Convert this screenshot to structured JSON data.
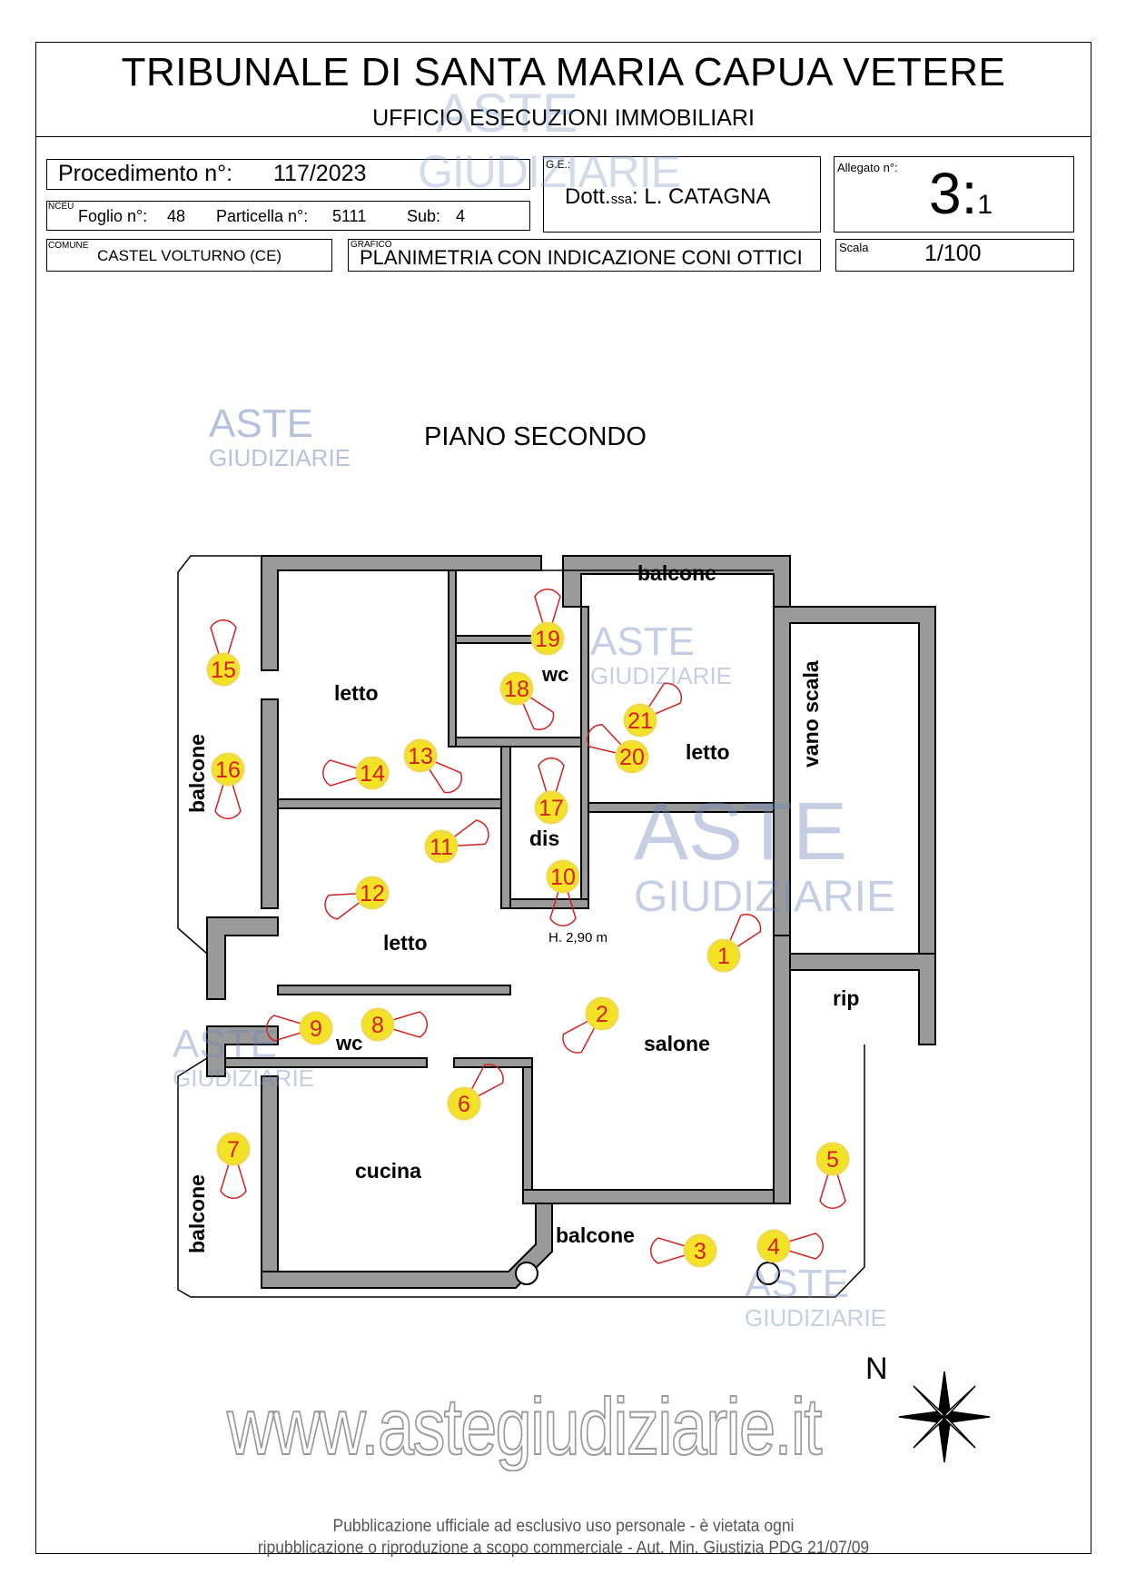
{
  "header": {
    "title": "TRIBUNALE DI SANTA MARIA CAPUA VETERE",
    "subtitle": "UFFICIO ESECUZIONI IMMOBILIARI"
  },
  "procedure": {
    "label": "Procedimento n°:",
    "number": "117/2023"
  },
  "ge": {
    "tag": "G.E.:",
    "prefix": "Dott.",
    "abbr": "ssa",
    "name": ": L. CATAGNA"
  },
  "allegato": {
    "tag": "Allegato n°:",
    "main": "3:",
    "sub": "1"
  },
  "nceu": {
    "tag": "NCEU",
    "foglio_label": "Foglio n°:",
    "foglio": "48",
    "particella_label": "Particella n°:",
    "particella": "5111",
    "sub_label": "Sub:",
    "sub": "4"
  },
  "comune": {
    "tag": "COMUNE",
    "value": "CASTEL VOLTURNO  (CE)"
  },
  "grafico": {
    "tag": "GRAFICO",
    "value": "PLANIMETRIA CON INDICAZIONE CONI OTTICI"
  },
  "scala": {
    "tag": "Scala",
    "value": "1/100"
  },
  "plan": {
    "floor_title": "PIANO SECONDO",
    "height_note": "H. 2,90 m",
    "north": "N",
    "rooms": {
      "balcone_top": "balcone",
      "letto_1": "letto",
      "wc_1": "wc",
      "letto_2": "letto",
      "vano_scala": "vano scala",
      "balcone_left_1": "balcone",
      "dis": "dis",
      "letto_3": "letto",
      "rip": "rip",
      "wc_2": "wc",
      "salone": "salone",
      "cucina": "cucina",
      "balcone_left_2": "balcone",
      "balcone_bottom": "balcone"
    },
    "markers": [
      "1",
      "2",
      "3",
      "4",
      "5",
      "6",
      "7",
      "8",
      "9",
      "10",
      "11",
      "12",
      "13",
      "14",
      "15",
      "16",
      "17",
      "18",
      "19",
      "20",
      "21"
    ]
  },
  "watermark": {
    "aste": "ASTE",
    "giudiziarie": "GIUDIZIARIE",
    "url": "www.astegiudiziarie.it"
  },
  "footer": {
    "line1": "Pubblicazione ufficiale ad esclusivo uso personale - è vietata ogni",
    "line2": "ripubblicazione o riproduzione a scopo commerciale - Aut. Min. Giustizia PDG 21/07/09"
  },
  "colors": {
    "marker_fill": "#f4e324",
    "marker_num": "#d42020",
    "cone": "#d42020",
    "wall": "#9a9a9a",
    "watermark": "#8aa0c8"
  }
}
